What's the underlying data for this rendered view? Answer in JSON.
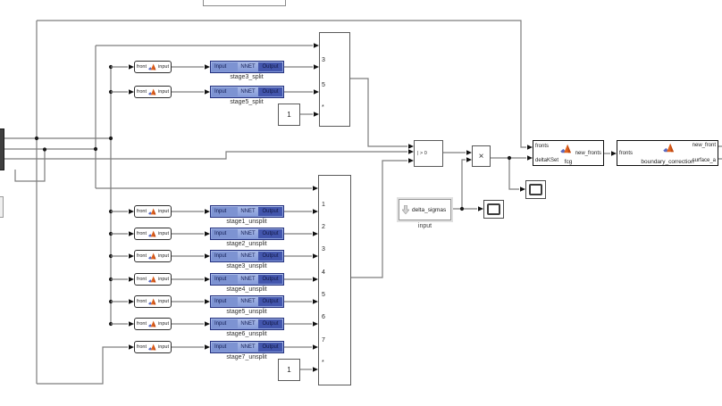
{
  "blocks": {
    "front_unit": {
      "left": "front",
      "right": "input"
    },
    "nnet_unit": {
      "segments": [
        "Input",
        "NNET",
        "Output"
      ]
    },
    "top_group": {
      "stages": [
        "stage3_split",
        "stage5_split"
      ],
      "switch_ports": [
        "3",
        "5",
        "*"
      ],
      "constant": "1"
    },
    "bottom_group": {
      "stages": [
        "stage1_unsplit",
        "stage2_unsplit",
        "stage3_unsplit",
        "stage4_unsplit",
        "stage5_unsplit",
        "stage6_unsplit",
        "stage7_unsplit"
      ],
      "switch_ports": [
        "1",
        "2",
        "3",
        "4",
        "5",
        "6",
        "7",
        "*"
      ],
      "constant": "1"
    },
    "threshold_switch": {
      "label": "| > 0"
    },
    "product": {
      "label": "×"
    },
    "fcg": {
      "name": "fcg",
      "input_ports": [
        "fronts",
        "deltaKSet"
      ],
      "output_ports": [
        "new_fronts"
      ]
    },
    "boundary_correction": {
      "name": "boundary_correction",
      "input_ports": [
        "fronts"
      ],
      "output_ports": [
        "new_front",
        "surface_a"
      ]
    },
    "delta_sigmas": {
      "label": "delta_sigmas",
      "caption": "input"
    }
  },
  "colors": {
    "nnet_fill": "#8399d8",
    "nnet_input_chip": "#7d93d2",
    "nnet_output_chip": "#4356ad",
    "nnet_border": "#23307d",
    "matlab_orange": "#e2641f",
    "wire": "#7d7d7d",
    "arrow": "#111111"
  }
}
